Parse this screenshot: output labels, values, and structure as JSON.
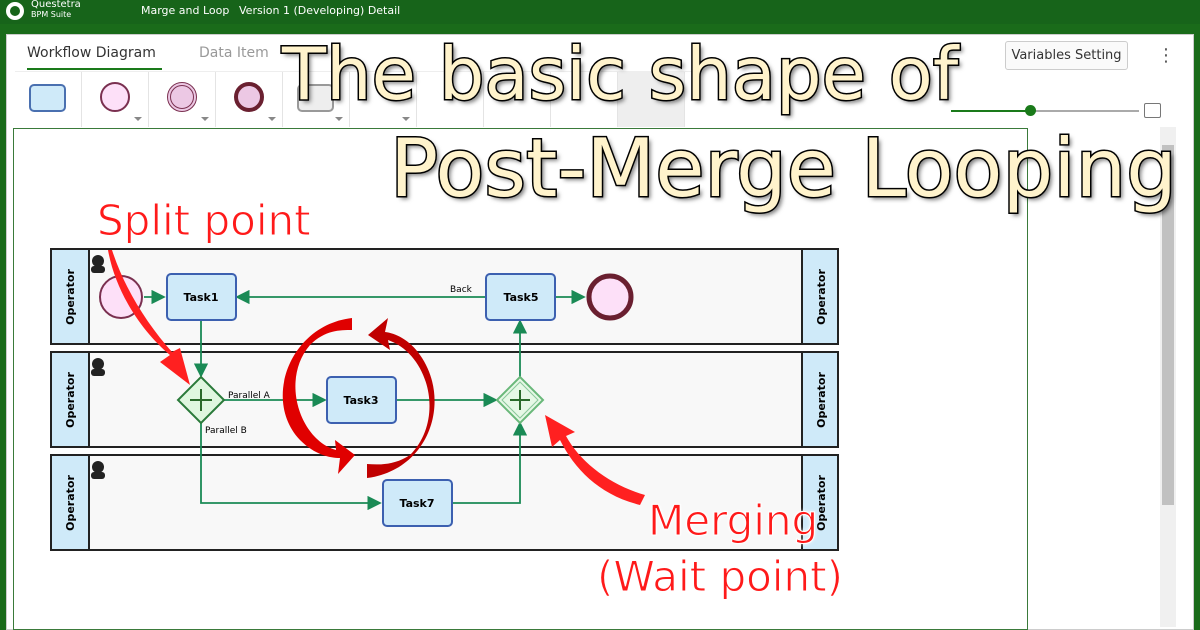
{
  "header": {
    "brand": "Questetra",
    "brand_sub": "BPM Suite",
    "app_name": "Marge and Loop",
    "version": "Version 1 (Developing) Detail"
  },
  "tabs": [
    {
      "label": "Workflow Diagram",
      "active": true
    },
    {
      "label": "Data Item",
      "active": false
    }
  ],
  "toolbar": {
    "variables_label": "Variables Setting",
    "zoom_fraction": 0.42
  },
  "diagram": {
    "lanes": [
      "Operator",
      "Operator",
      "Operator"
    ],
    "tasks": {
      "task1": "Task1",
      "task5": "Task5",
      "task3": "Task3",
      "task7": "Task7"
    },
    "flow_labels": {
      "back": "Back",
      "parallel_a": "Parallel A",
      "parallel_b": "Parallel B"
    }
  },
  "overlay": {
    "title_line1": "The basic shape of",
    "title_line2": "Post-Merge Looping",
    "split": "Split point",
    "merging": "Merging",
    "wait": "(Wait point)"
  }
}
